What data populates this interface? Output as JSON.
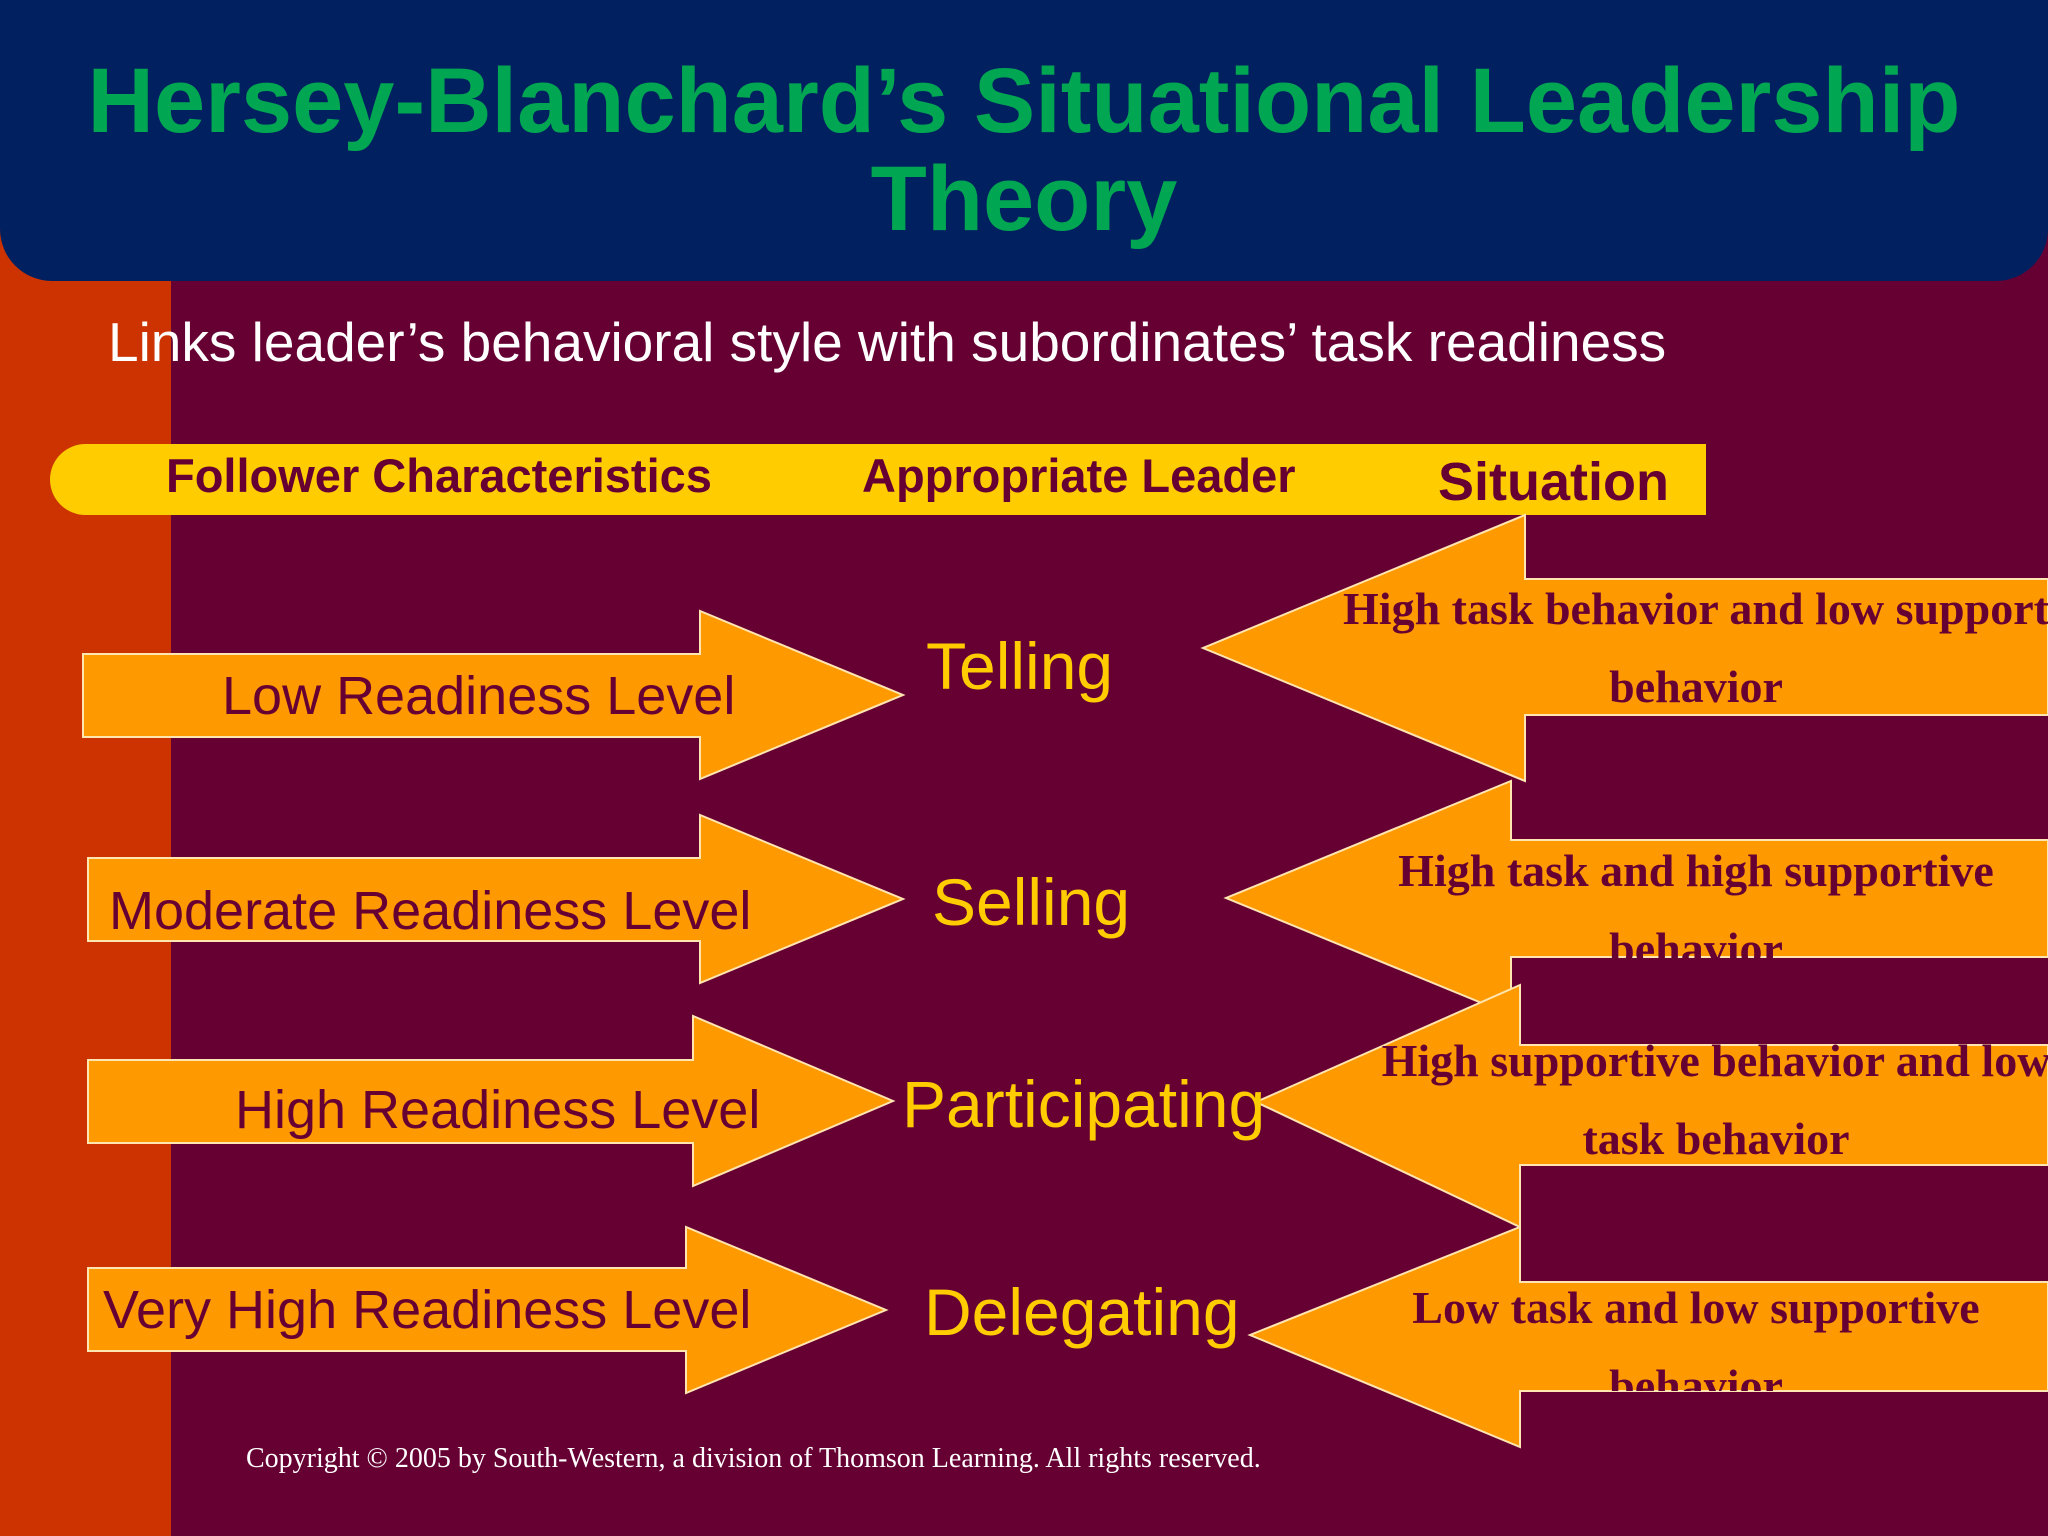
{
  "title": "Hersey-Blanchard’s Situational Leadership Theory",
  "subtitle": "Links leader’s behavioral style with subordinates’ task readiness",
  "headers": {
    "follower": "Follower Characteristics",
    "leader": "Appropriate Leader",
    "situation": "Situation"
  },
  "rows": [
    {
      "readiness": "Low Readiness Level",
      "style": "Telling",
      "situation": "High task behavior and low support behavior"
    },
    {
      "readiness": "Moderate Readiness Level",
      "style": "Selling",
      "situation": "High task and high supportive behavior"
    },
    {
      "readiness": "High Readiness Level",
      "style": "Participating",
      "situation": "High supportive behavior and low task behavior"
    },
    {
      "readiness": "Very High Readiness Level",
      "style": "Delegating",
      "situation": "Low task and low supportive behavior"
    }
  ],
  "copyright": "Copyright © 2005 by South-Western, a division of Thomson Learning. All  rights reserved.",
  "colors": {
    "background": "#660033",
    "title_bar": "#002060",
    "title_text": "#00a651",
    "side_band": "#cc3300",
    "header_band": "#ffcc00",
    "arrow_fill": "#ff9900",
    "style_text": "#ffcc00"
  }
}
